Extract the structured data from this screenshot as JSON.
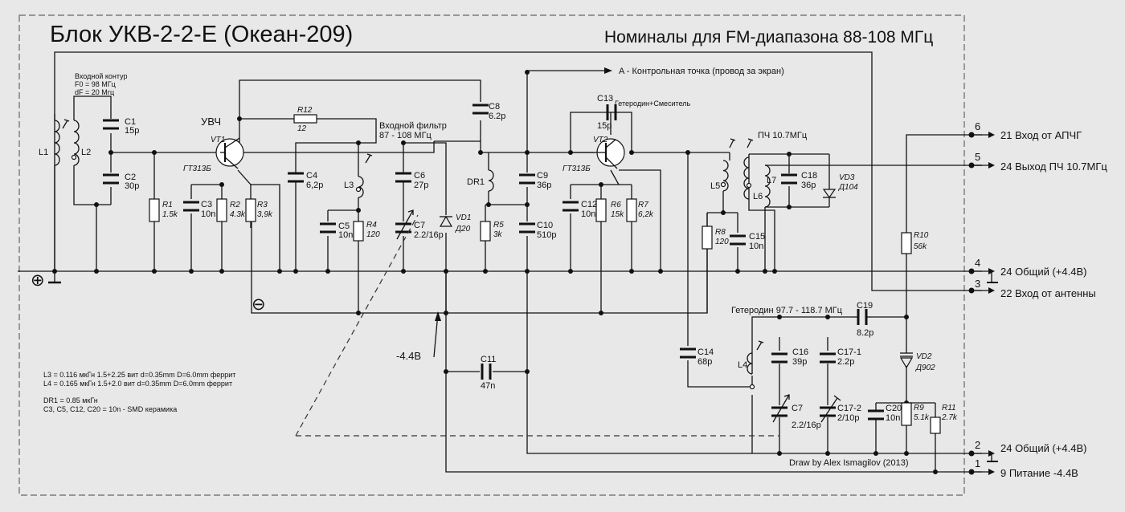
{
  "title": "Блок УКВ-2-2-Е  (Океан-209)",
  "subtitle": "Номиналы для FM-диапазона 88-108 МГц",
  "control_point": "A - Контрольная точка (провод за экран)",
  "input_circuit": {
    "title": "Входной контур",
    "f0": "F0 = 98 МГц",
    "df": "dF = 20 Мгц"
  },
  "labels": {
    "uvch": "УВЧ",
    "input_filter_1": "Входной фильтр",
    "input_filter_2": "87 - 108 МГц",
    "heterodyne_mixer": "Гетеродин+Смеситель",
    "if_label": "ПЧ 10.7МГц",
    "heterodyne": "Гетеродин 97.7 - 118.7 МГц",
    "minus_44": "-4.4В",
    "plus_sign": "⊕",
    "minus_sign": "⊖",
    "credit": "Draw by Alex Ismagilov (2013)"
  },
  "notes": [
    "L3 = 0.116 мкГн  1.5+2.25 вит  d=0.35mm D=6.0mm феррит",
    "L4 = 0.165 мкГн  1.5+2.0 вит  d=0.35mm D=6.0mm феррит",
    "DR1 = 0.85 мкГн",
    "C3, C5, C12, C20 = 10n - SMD керамика"
  ],
  "components": {
    "L1": "L1",
    "L2": "L2",
    "L3": "L3",
    "L4": "L4",
    "L5": "L5",
    "L6": "L6",
    "L7": "L7",
    "DR1": "DR1",
    "C1": "C1",
    "C1v": "15p",
    "C2": "C2",
    "C2v": "30p",
    "C3": "C3",
    "C3v": "10n",
    "C4": "C4",
    "C4v": "6,2p",
    "C5": "C5",
    "C5v": "10n",
    "C6": "C6",
    "C6v": "27p",
    "C7a": "C7",
    "C7av": "2.2/16p",
    "C8": "C8",
    "C8v": "6.2p",
    "C9": "C9",
    "C9v": "36p",
    "C10": "C10",
    "C10v": "510p",
    "C11": "C11",
    "C11v": "47n",
    "C12": "C12",
    "C12v": "10n",
    "C13": "C13",
    "C13v": "15p",
    "C14": "C14",
    "C14v": "68p",
    "C15": "C15",
    "C15v": "10n",
    "C16": "C16",
    "C16v": "39p",
    "C171": "C17-1",
    "C171v": "2.2p",
    "C172": "C17-2",
    "C172v": "2/10p",
    "C18": "C18",
    "C18v": "36p",
    "C19": "C19",
    "C19v": "8.2p",
    "C20": "C20",
    "C20v": "10n",
    "C7b": "C7",
    "C7bv": "2.2/16p",
    "R1": "R1",
    "R1v": "1.5k",
    "R2": "R2",
    "R2v": "4.3k",
    "R3": "R3",
    "R3v": "3,9k",
    "R4": "R4",
    "R4v": "120",
    "R5": "R5",
    "R5v": "3k",
    "R6": "R6",
    "R6v": "15k",
    "R7": "R7",
    "R7v": "6,2k",
    "R8": "R8",
    "R8v": "120",
    "R9": "R9",
    "R9v": "5.1k",
    "R10": "R10",
    "R10v": "56k",
    "R11": "R11",
    "R11v": "2.7k",
    "R12": "R12",
    "R12v": "12",
    "VT1": "VT1",
    "VT1t": "ГТ313Б",
    "VT2": "VT2",
    "VT2t": "ГТ313Б",
    "VD1": "VD1",
    "VD1t": "Д20",
    "VD2": "VD2",
    "VD2t": "Д902",
    "VD3": "VD3",
    "VD3t": "Д104"
  },
  "connector": [
    {
      "pin": "6",
      "label": "21 Вход от АПЧГ"
    },
    {
      "pin": "5",
      "label": "24 Выход ПЧ 10.7МГц"
    },
    {
      "pin": "4",
      "label": "24 Общий (+4.4В)"
    },
    {
      "pin": "3",
      "label": "22 Вход от антенны"
    },
    {
      "pin": "2",
      "label": "24 Общий (+4.4В)"
    },
    {
      "pin": "1",
      "label": "9 Питание -4.4В"
    }
  ]
}
